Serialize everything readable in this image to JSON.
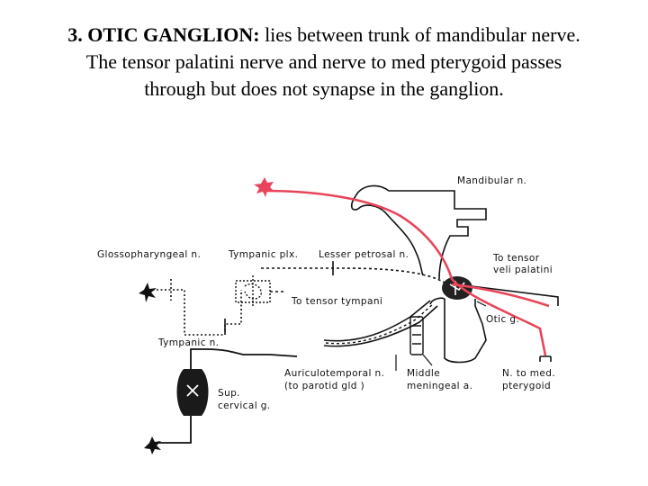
{
  "slide": {
    "heading": "3. OTIC GANGLION:",
    "description": "lies between trunk of mandibular nerve. The tensor palatini nerve and nerve to med pterygoid passes through but does not synapse in the ganglion."
  },
  "diagram": {
    "labels": {
      "mandibular": "Mandibular n.",
      "glossopharyngeal": "Glossopharyngeal n.",
      "tympanic_plexus": "Tympanic plx.",
      "lesser_petrosal": "Lesser petrosal n.",
      "to_tensor_veli": "To tensor",
      "to_tensor_veli_2": "veli palatini",
      "to_tensor_tympani": "To tensor tympani",
      "otic_g": "Otic g.",
      "tympanic_n": "Tympanic n.",
      "auriculotemporal": "Auriculotemporal n.",
      "to_parotid": "(to parotid gld )",
      "middle_meningeal": "Middle",
      "middle_meningeal_2": "meningeal a.",
      "n_to_med_pterygoid": "N. to med.",
      "n_to_med_pterygoid_2": "pterygoid",
      "sup_cervical": "Sup.",
      "sup_cervical_2": "cervical g."
    },
    "colors": {
      "motor_nerve": "#e8455a",
      "outline": "#111111"
    }
  }
}
